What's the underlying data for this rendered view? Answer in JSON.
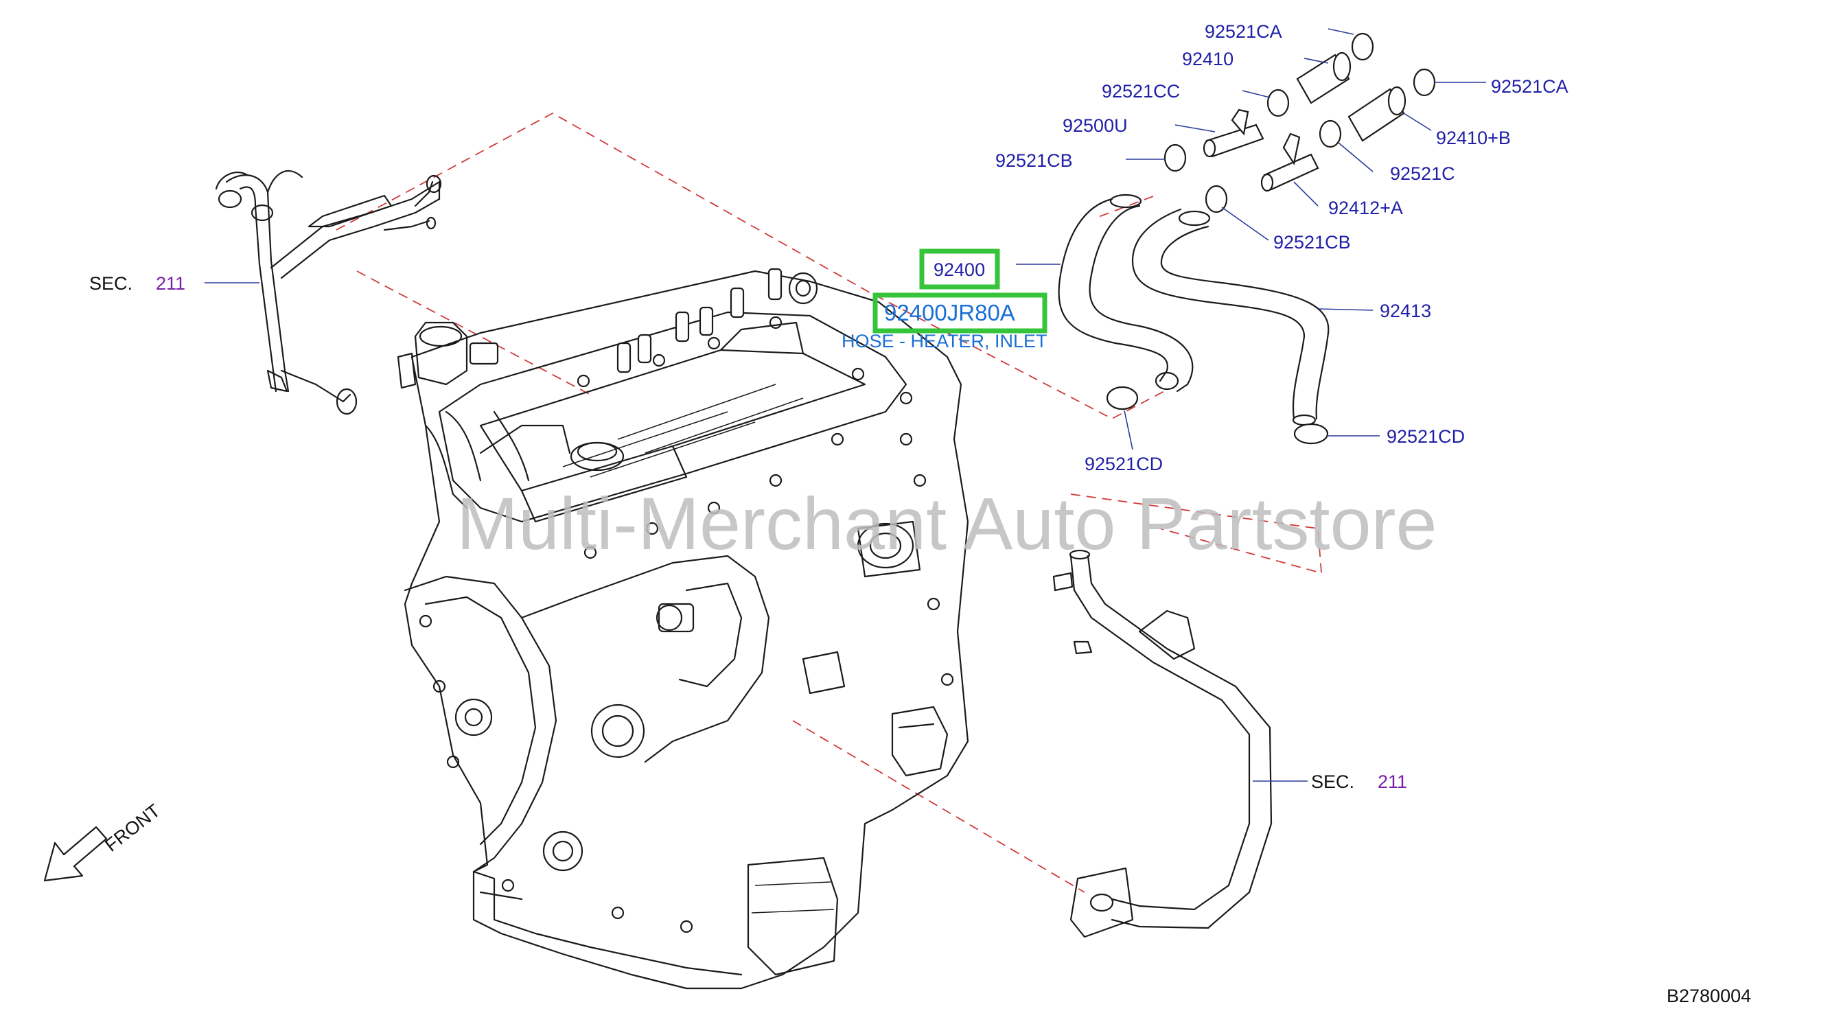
{
  "diagram": {
    "id_code": "B2780004",
    "front_label": "FRONT",
    "watermark": "Multi-Merchant Auto Partstore",
    "sec_prefix": "SEC.",
    "sec_number": "211",
    "highlight": {
      "part": "92400",
      "number": "92400JR80A",
      "description": "HOSE - HEATER, INLET"
    },
    "callouts": [
      "92521CA",
      "92410",
      "92521CC",
      "92521CA",
      "92500U",
      "92410+B",
      "92521CB",
      "92521C",
      "92412+A",
      "92521CB",
      "92413",
      "92521CD",
      "92521CD"
    ],
    "colors": {
      "label": "#1f1fa8",
      "sec_number": "#7a1fa8",
      "highlight_border": "#35c43a",
      "highlight_text": "#1a6fd6",
      "phantom_line": "#d23a3a",
      "watermark": "#bdbdbd"
    }
  }
}
